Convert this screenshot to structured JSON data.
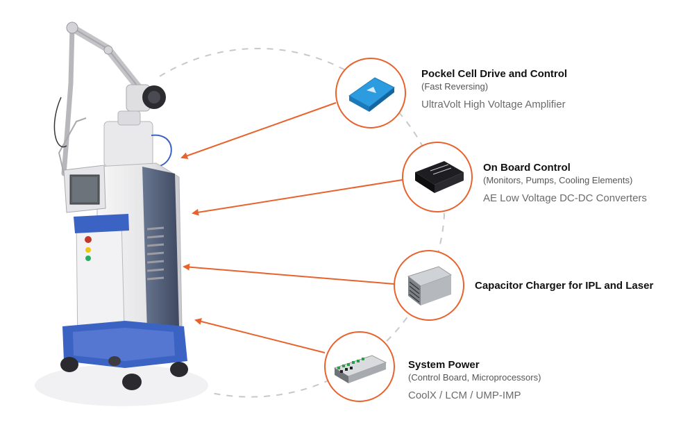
{
  "colors": {
    "accent": "#e8622c",
    "dashed_ring": "#c8c8c8",
    "machine_blue": "#3b63c4",
    "machine_white": "#eeeeef"
  },
  "icons": [
    "laser-machine-icon",
    "amplifier-module-icon",
    "dc-dc-converter-icon",
    "capacitor-charger-icon",
    "power-supply-icon"
  ],
  "components": [
    {
      "title": "Pockel Cell Drive and Control",
      "subtitle": "(Fast Reversing)",
      "product": "UltraVolt High Voltage Amplifier"
    },
    {
      "title": "On Board Control",
      "subtitle": "(Monitors, Pumps, Cooling Elements)",
      "product": "AE  Low Voltage DC-DC Converters"
    },
    {
      "title": "Capacitor Charger for IPL and Laser",
      "subtitle": "",
      "product": ""
    },
    {
      "title": "System Power",
      "subtitle": "(Control Board, Microprocessors)",
      "product": "CoolX / LCM / UMP-IMP"
    }
  ]
}
